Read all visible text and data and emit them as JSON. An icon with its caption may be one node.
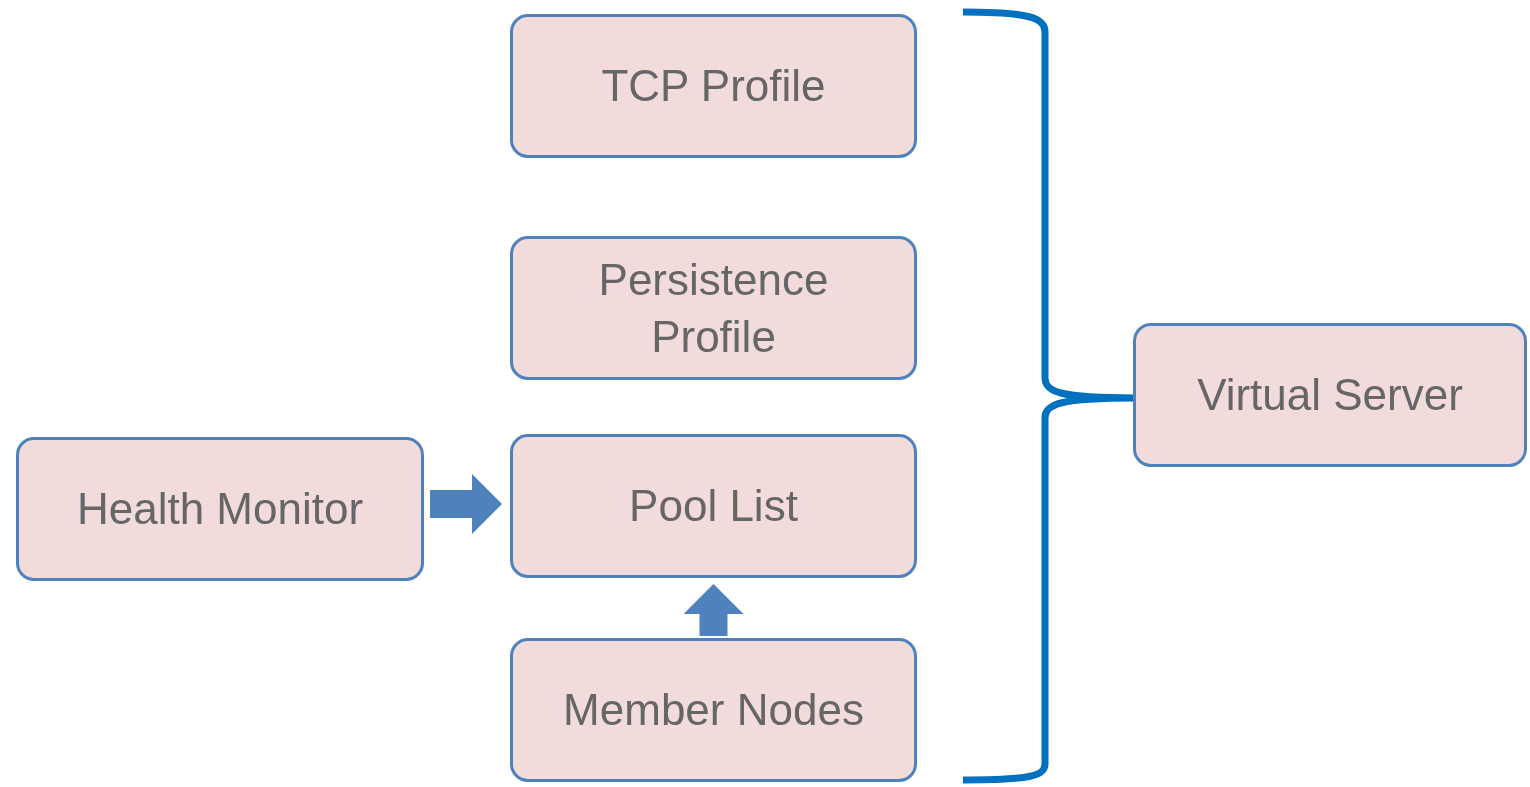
{
  "diagram": {
    "nodes": [
      {
        "text": [
          "TCP Profile"
        ]
      },
      {
        "text": [
          "Persistence Profile"
        ]
      },
      {
        "text": [
          "Health Monitor"
        ]
      },
      {
        "text": [
          "Pool List"
        ]
      },
      {
        "text": [
          "Member Nodes"
        ]
      },
      {
        "text": [
          "Virtual Server"
        ]
      }
    ],
    "edges": [
      {
        "from": 2,
        "to": 3,
        "arrow": "to"
      },
      {
        "from": 4,
        "to": 3,
        "arrow": "to"
      }
    ]
  }
}
